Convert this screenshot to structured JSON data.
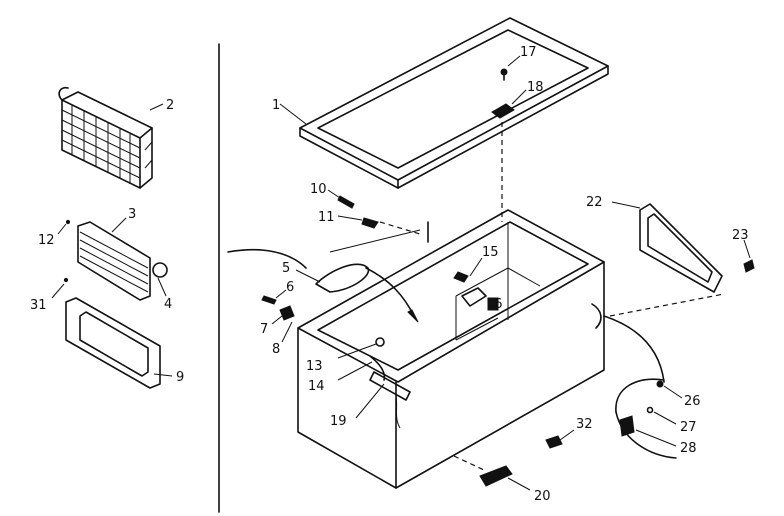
{
  "diagram": {
    "callouts": [
      {
        "id": "c1",
        "text": "1"
      },
      {
        "id": "c2",
        "text": "2"
      },
      {
        "id": "c3",
        "text": "3"
      },
      {
        "id": "c4",
        "text": "4"
      },
      {
        "id": "c5",
        "text": "5"
      },
      {
        "id": "c6",
        "text": "6"
      },
      {
        "id": "c7",
        "text": "7"
      },
      {
        "id": "c8",
        "text": "8"
      },
      {
        "id": "c9",
        "text": "9"
      },
      {
        "id": "c10",
        "text": "10"
      },
      {
        "id": "c11",
        "text": "11"
      },
      {
        "id": "c12",
        "text": "12"
      },
      {
        "id": "c13",
        "text": "13"
      },
      {
        "id": "c14",
        "text": "14"
      },
      {
        "id": "c15",
        "text": "15"
      },
      {
        "id": "c16",
        "text": "16"
      },
      {
        "id": "c17",
        "text": "17"
      },
      {
        "id": "c18",
        "text": "18"
      },
      {
        "id": "c19",
        "text": "19"
      },
      {
        "id": "c20",
        "text": "20"
      },
      {
        "id": "c22",
        "text": "22"
      },
      {
        "id": "c23",
        "text": "23"
      },
      {
        "id": "c26",
        "text": "26"
      },
      {
        "id": "c27",
        "text": "27"
      },
      {
        "id": "c28",
        "text": "28"
      },
      {
        "id": "c31",
        "text": "31"
      },
      {
        "id": "c32",
        "text": "32"
      }
    ]
  }
}
